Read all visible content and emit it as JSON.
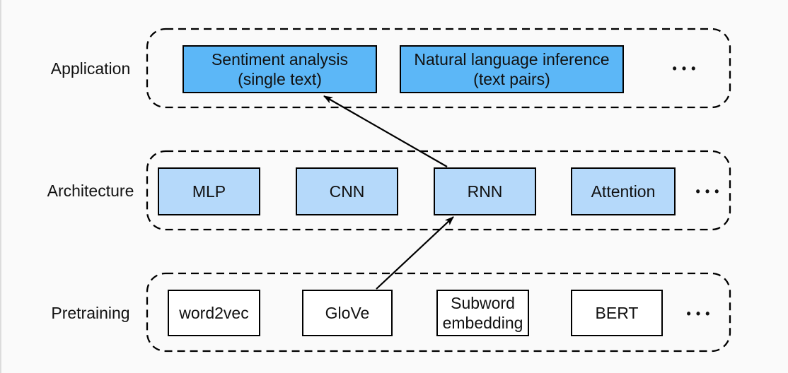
{
  "figure": {
    "background": "#fafafa",
    "colors": {
      "application_fill": "#5cb7f7",
      "architecture_fill": "#b5d9fa",
      "pretraining_fill": "#ffffff",
      "border": "#000000",
      "text": "#111111"
    },
    "rows": [
      {
        "label": "Application",
        "boxes": [
          {
            "lines": [
              "Sentiment analysis",
              "(single text)"
            ]
          },
          {
            "lines": [
              "Natural language inference",
              "(text pairs)"
            ]
          }
        ],
        "ellipsis": "•••"
      },
      {
        "label": "Architecture",
        "boxes": [
          {
            "lines": [
              "MLP"
            ]
          },
          {
            "lines": [
              "CNN"
            ]
          },
          {
            "lines": [
              "RNN"
            ]
          },
          {
            "lines": [
              "Attention"
            ]
          }
        ],
        "ellipsis": "•••"
      },
      {
        "label": "Pretraining",
        "boxes": [
          {
            "lines": [
              "word2vec"
            ]
          },
          {
            "lines": [
              "GloVe"
            ]
          },
          {
            "lines": [
              "Subword",
              "embedding"
            ]
          },
          {
            "lines": [
              "BERT"
            ]
          }
        ],
        "ellipsis": "•••"
      }
    ],
    "edges": [
      {
        "from": "GloVe",
        "to": "RNN"
      },
      {
        "from": "RNN",
        "to": "Sentiment analysis"
      }
    ]
  }
}
